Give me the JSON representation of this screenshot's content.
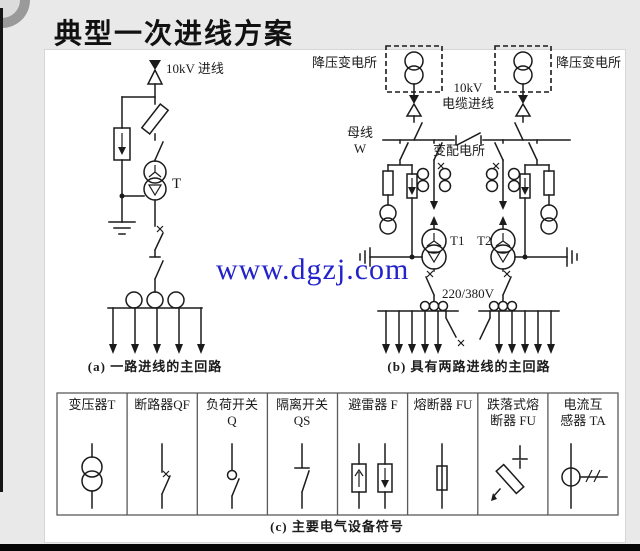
{
  "title": "典型一次进线方案",
  "watermark": "www.dgzj.com",
  "colors": {
    "watermark_blue": "#2323cb",
    "line": "#1b1b1b",
    "background": "#e9e9e9",
    "panel": "#ffffff"
  },
  "diagram_a": {
    "incoming_label": "10kV 进线",
    "transformer_label": "T",
    "caption": "(a) 一路进线的主回路"
  },
  "diagram_b": {
    "substation_left": "降压变电所",
    "substation_right": "降压变电所",
    "cable_label": "10kV\n电缆进线",
    "busbar_label": "母线\nW",
    "station_label": "变配电所",
    "transformer1_label": "T1",
    "transformer2_label": "T2",
    "voltage_label": "220/380V",
    "caption": "(b) 具有两路进线的主回路"
  },
  "symbol_table": {
    "caption": "(c) 主要电气设备符号",
    "cells": [
      {
        "label": "变压器T",
        "symbol": "transformer"
      },
      {
        "label": "断路器QF",
        "symbol": "circuit-breaker"
      },
      {
        "label": "负荷开关\nQ",
        "symbol": "load-switch"
      },
      {
        "label": "隔离开关\nQS",
        "symbol": "disconnector"
      },
      {
        "label": "避雷器 F",
        "symbol": "surge-arrester"
      },
      {
        "label": "熔断器 FU",
        "symbol": "fuse"
      },
      {
        "label": "跌落式熔\n断器 FU",
        "symbol": "dropout-fuse"
      },
      {
        "label": "电流互\n感器 TA",
        "symbol": "current-transformer"
      }
    ]
  }
}
